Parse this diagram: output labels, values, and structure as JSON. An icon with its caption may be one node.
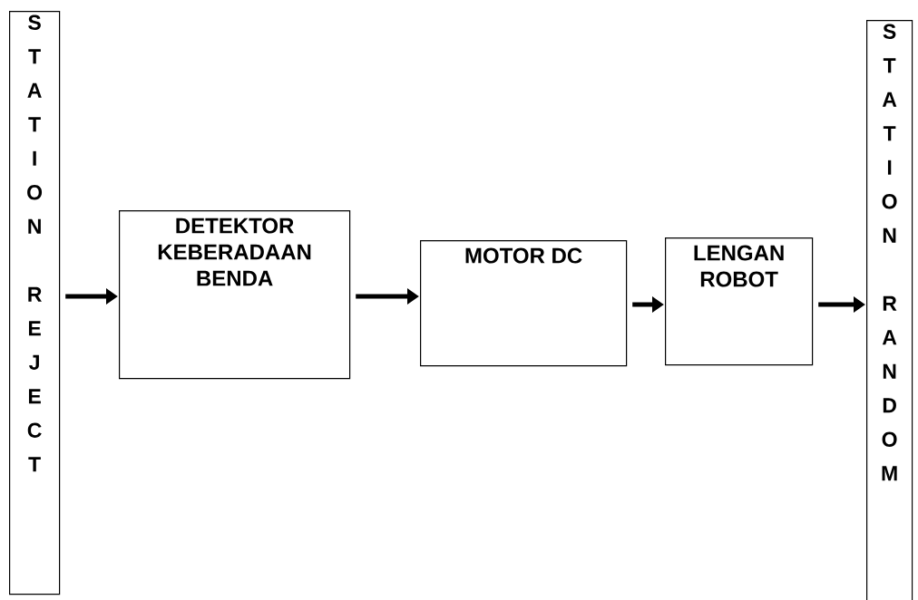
{
  "diagram": {
    "nodes": [
      {
        "text": [
          "STATION REJECT"
        ]
      },
      {
        "text": [
          "DETEKTOR KEBERADAAN BENDA"
        ]
      },
      {
        "text": [
          "MOTOR DC"
        ]
      },
      {
        "text": [
          "LENGAN ROBOT"
        ]
      },
      {
        "text": [
          "STATION RANDOM"
        ]
      }
    ],
    "edges": [
      {
        "from": 0,
        "to": 1,
        "arrow": "to"
      },
      {
        "from": 1,
        "to": 2,
        "arrow": "to"
      },
      {
        "from": 2,
        "to": 3,
        "arrow": "to"
      },
      {
        "from": 3,
        "to": 4,
        "arrow": "to"
      }
    ]
  }
}
